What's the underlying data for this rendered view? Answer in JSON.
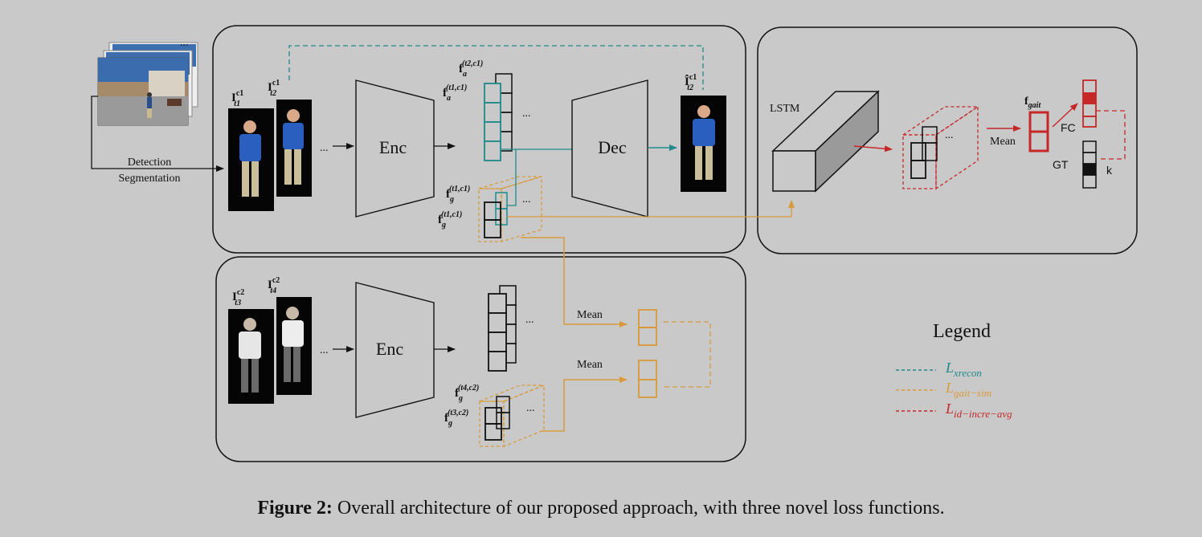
{
  "labels": {
    "detection": "Detection",
    "segmentation": "Segmentation",
    "enc_top": "Enc",
    "dec": "Dec",
    "enc_bottom": "Enc",
    "lstm": "LSTM",
    "mean_right": "Mean",
    "fc": "FC",
    "gt": "GT",
    "k": "k",
    "mean_bottom_1": "Mean",
    "mean_bottom_2": "Mean",
    "ellipsis": "...",
    "legend_title": "Legend"
  },
  "math": {
    "i_t1_c1": {
      "base": "I",
      "sup": "c1",
      "sub": "t1"
    },
    "i_t2_c1": {
      "base": "I",
      "sup": "c1",
      "sub": "t2"
    },
    "i_hat_t2_c1": {
      "base": "Î",
      "sup": "c1",
      "sub": "t2"
    },
    "i_t3_c2": {
      "base": "I",
      "sup": "c2",
      "sub": "t3"
    },
    "i_t4_c2": {
      "base": "I",
      "sup": "c2",
      "sub": "t4"
    },
    "fa_t2c1": {
      "base": "f",
      "sub": "a",
      "sup": "(t2,c1)"
    },
    "fa_t1c1": {
      "base": "f",
      "sub": "a",
      "sup": "(t1,c1)"
    },
    "fg_t1c1_a": {
      "base": "f",
      "sub": "g",
      "sup": "(t1,c1)"
    },
    "fg_t1c1_b": {
      "base": "f",
      "sub": "g",
      "sup": "(t1,c1)"
    },
    "fg_t4c2": {
      "base": "f",
      "sub": "g",
      "sup": "(t4,c2)"
    },
    "fg_t3c2": {
      "base": "f",
      "sub": "g",
      "sup": "(t3,c2)"
    },
    "f_gait": {
      "base": "f",
      "sub": "gait"
    }
  },
  "legend": {
    "items": [
      {
        "base": "L",
        "sub": "xrecon",
        "color": "#1f8a8a"
      },
      {
        "base": "L",
        "sub": "gait−sim",
        "color": "#d99a3a"
      },
      {
        "base": "L",
        "sub": "id−incre−avg",
        "color": "#c62828"
      }
    ]
  },
  "caption": {
    "label": "Figure 2:",
    "text": " Overall architecture of our proposed approach, with three novel loss functions."
  },
  "colors": {
    "teal": "#1f8a8a",
    "orange": "#d99a3a",
    "red": "#c62828",
    "background": "#c9c9c9"
  }
}
